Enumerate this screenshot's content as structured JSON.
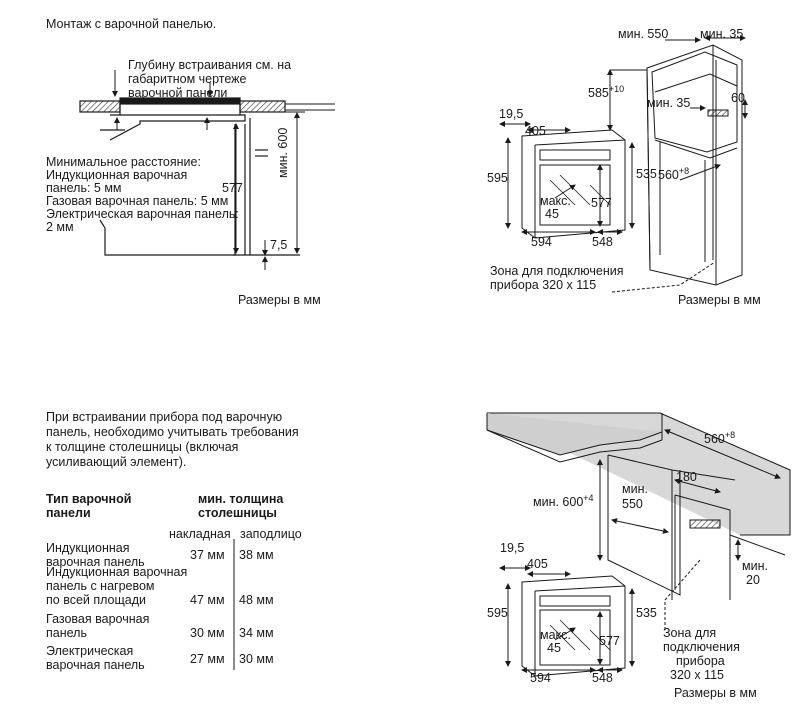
{
  "top_left": {
    "title": "Монтаж с варочной панелью.",
    "note_depth": [
      "Глубину встраивания см. на",
      "габаритном чертеже",
      "варочной панели"
    ],
    "min_distance": [
      "Минимальное расстояние:",
      "Индукционная варочная",
      "панель: 5 мм",
      "Газовая варочная панель: 5 мм",
      "Электрическая варочная панель:",
      "2 мм"
    ],
    "dim_577": "577",
    "dim_min600": "мин. 600",
    "dim_75": "7,5",
    "units": "Размеры в мм"
  },
  "top_right": {
    "dim_min550": "мин. 550",
    "dim_min35_top": "мин. 35",
    "dim_585": "585",
    "dim_585_sup": "+10",
    "dim_min35": "мин. 35",
    "dim_60": "60",
    "dim_195": "19,5",
    "dim_405": "405",
    "dim_595": "595",
    "dim_535": "535",
    "dim_560": "560",
    "dim_560_sup": "+8",
    "dim_max45_a": "макс.",
    "dim_max45_b": "45",
    "dim_577": "577",
    "dim_594": "594",
    "dim_548": "548",
    "zone": [
      "Зона для подключения",
      "прибора 320 x 115"
    ],
    "units": "Размеры в мм"
  },
  "bottom_left": {
    "intro": [
      "При встраивании прибора под варочную",
      "панель, необходимо учитывать требования",
      "к толщине столешницы (включая",
      "усиливающий элемент)."
    ],
    "col_type": [
      "Тип варочной",
      "панели"
    ],
    "col_min": [
      "мин. толщина",
      "столешницы"
    ],
    "sub_overlay": "накладная",
    "sub_flush": "заподлицо",
    "rows": [
      {
        "name": [
          "Индукционная",
          "варочная панель"
        ],
        "overlay": "37 мм",
        "flush": "38 мм"
      },
      {
        "name": [
          "Индукционная варочная",
          "панель с нагревом",
          "по всей площади"
        ],
        "overlay": "47 мм",
        "flush": "48 мм"
      },
      {
        "name": [
          "Газовая варочная",
          "панель"
        ],
        "overlay": "30 мм",
        "flush": "34 мм"
      },
      {
        "name": [
          "Электрическая",
          "варочная панель"
        ],
        "overlay": "27 мм",
        "flush": "30 мм"
      }
    ]
  },
  "bottom_right": {
    "dim_560": "560",
    "dim_560_sup": "+8",
    "dim_180": "180",
    "dim_min600": "мин. 600",
    "dim_min600_sup": "+4",
    "dim_min550": [
      "мин.",
      "550"
    ],
    "dim_min20": [
      "мин.",
      "20"
    ],
    "dim_195": "19,5",
    "dim_405": "405",
    "dim_595": "595",
    "dim_535": "535",
    "dim_max45_a": "макс.",
    "dim_max45_b": "45",
    "dim_577": "577",
    "dim_594": "594",
    "dim_548": "548",
    "zone": [
      "Зона для",
      "подключения",
      "прибора",
      "320 x 115"
    ],
    "units": "Размеры в мм"
  }
}
